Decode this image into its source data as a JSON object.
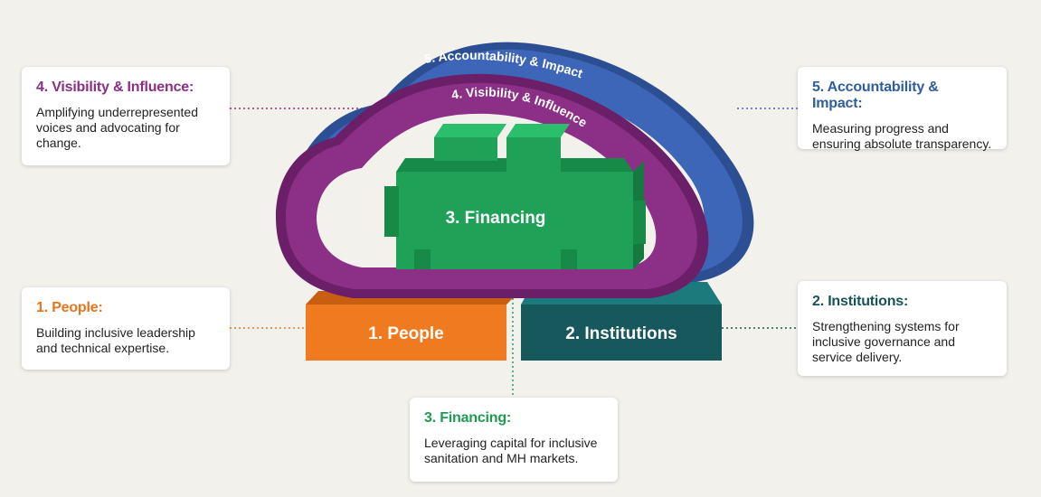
{
  "colors": {
    "people": "#f07a1f",
    "institutions": "#17585d",
    "financing": "#1fa158",
    "visibility": "#8b2f87",
    "accountability": "#3d66b8"
  },
  "diagram": {
    "ring_outer_label": "5. Accountability & Impact",
    "ring_inner_label": "4. Visibility & Influence",
    "engine_label": "3. Financing",
    "block_people_label": "1. People",
    "block_institutions_label": "2. Institutions"
  },
  "cards": {
    "visibility": {
      "title": "4. Visibility & Influence:",
      "body": "Amplifying underrepresented voices and advocating for change."
    },
    "accountability": {
      "title": "5. Accountability & Impact:",
      "body": "Measuring progress and ensuring absolute transparency."
    },
    "people": {
      "title": "1. People:",
      "body": "Building inclusive leadership and technical expertise."
    },
    "institutions": {
      "title": "2. Institutions:",
      "body": "Strengthening systems for inclusive governance and service delivery."
    },
    "financing": {
      "title": "3. Financing:",
      "body": "Leveraging capital for inclusive sanitation and MH markets."
    }
  }
}
